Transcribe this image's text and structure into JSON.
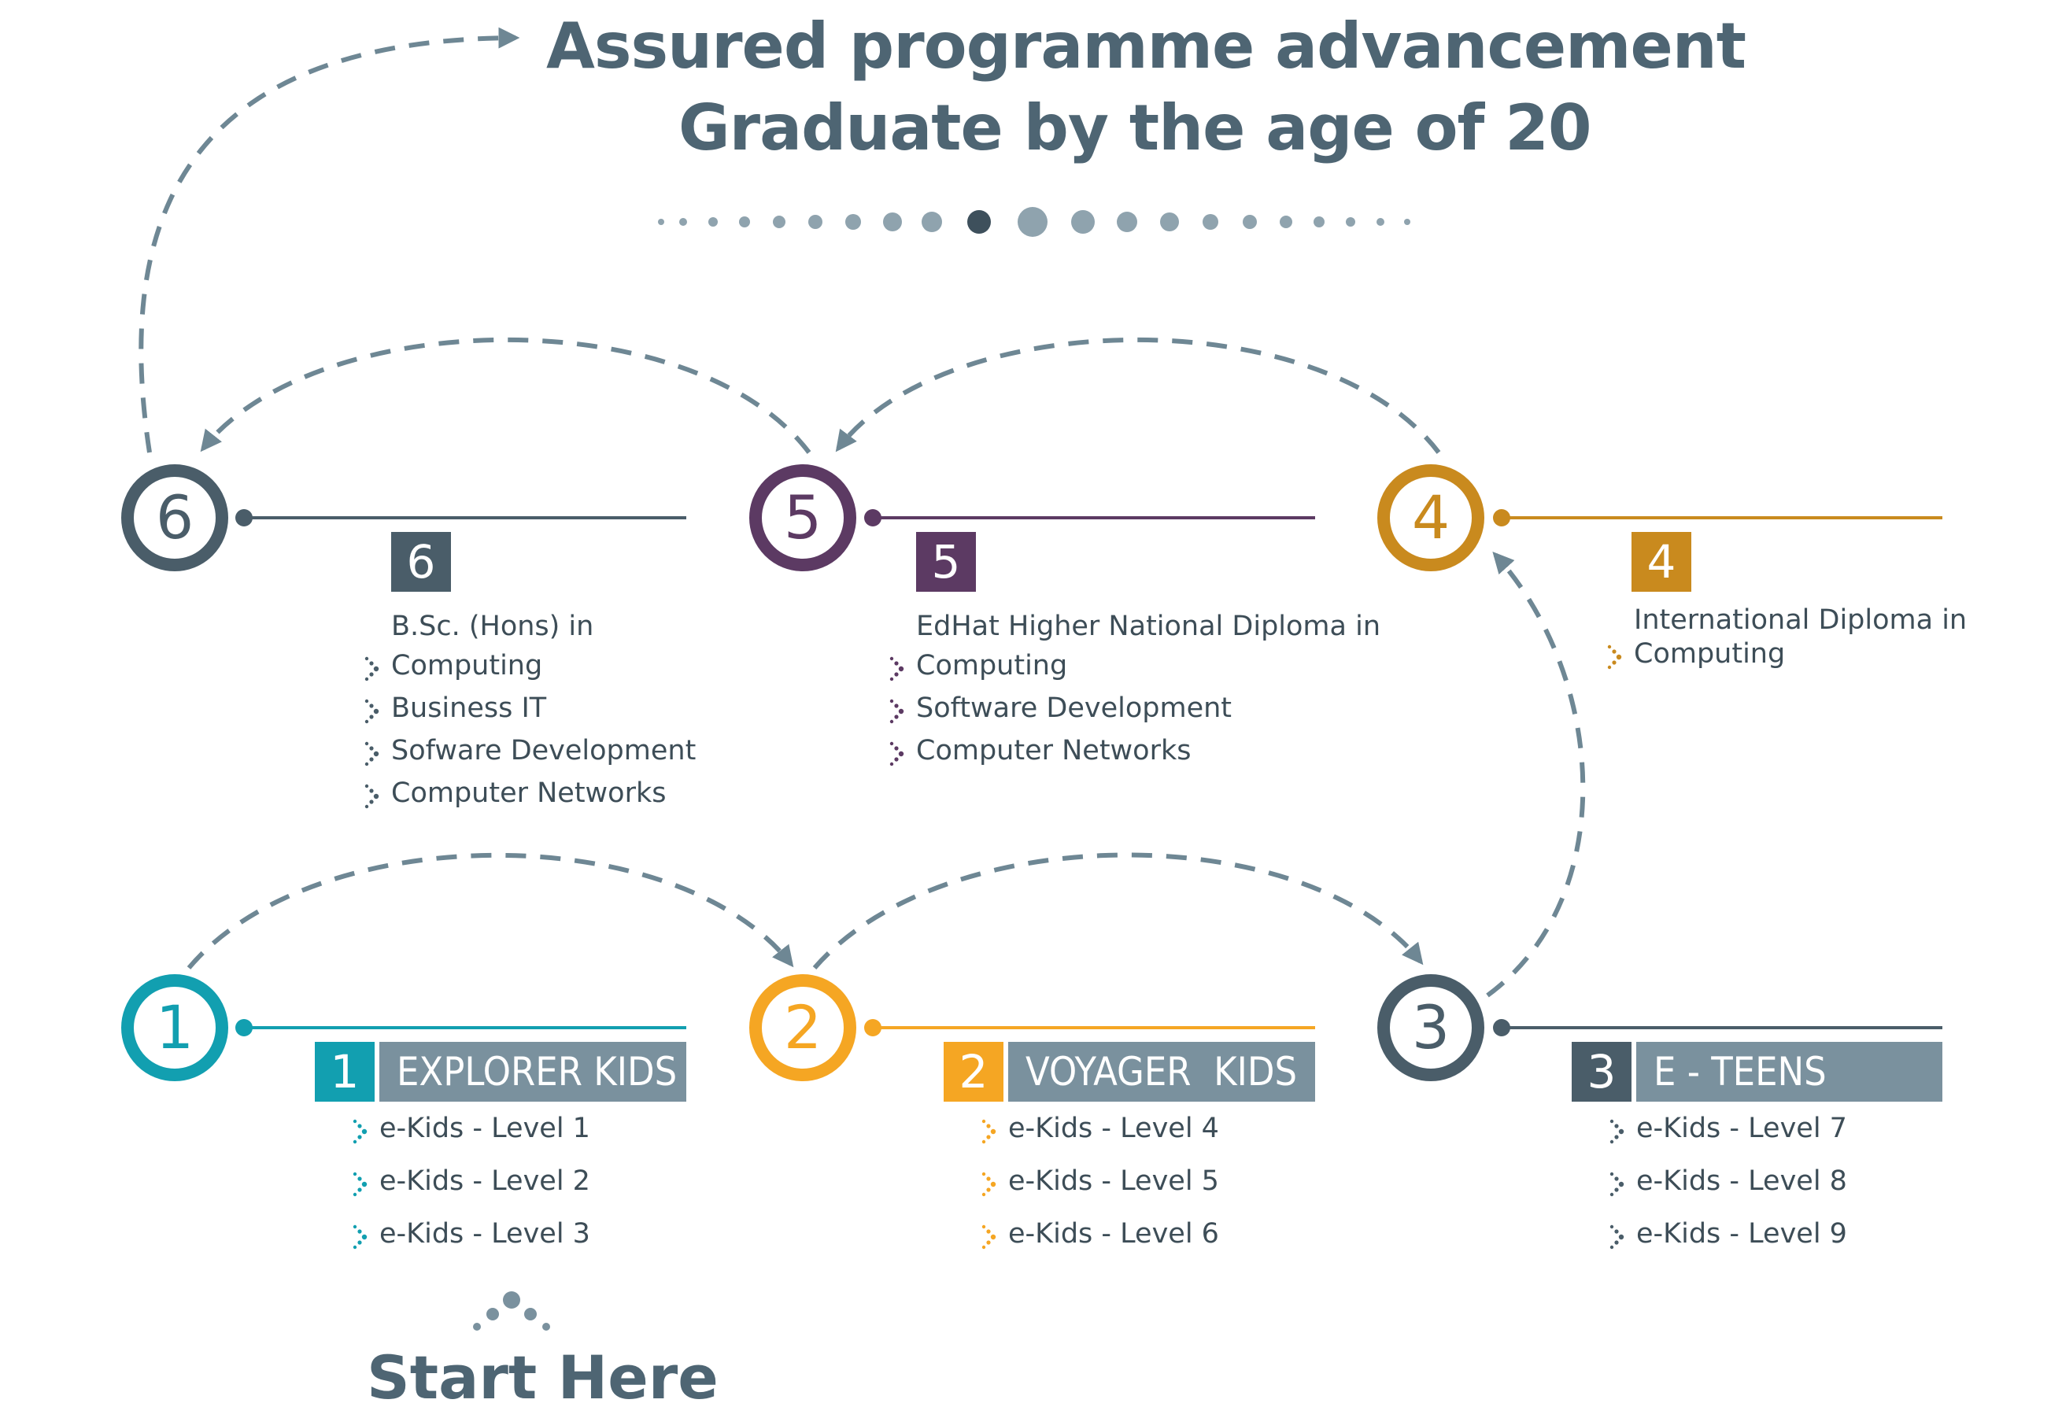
{
  "header": {
    "line1": "Assured programme advancement",
    "line2": "Graduate by the age of 20"
  },
  "colors": {
    "slate": "#4a5d69",
    "teal": "#129fb0",
    "orange": "#f5a623",
    "gold": "#c98a1e",
    "purple": "#5c3a63",
    "gray_box": "#7a919e",
    "arrow": "#6e8794",
    "text": "#3d4d57"
  },
  "steps": [
    {
      "num": "1",
      "box_num": "1",
      "title": "EXPLORER KIDS",
      "items": [
        "e-Kids - Level 1",
        "e-Kids - Level 2",
        "e-Kids - Level 3"
      ]
    },
    {
      "num": "2",
      "box_num": "2",
      "title": "VOYAGER  KIDS",
      "items": [
        "e-Kids - Level 4",
        "e-Kids - Level 5",
        "e-Kids - Level 6"
      ]
    },
    {
      "num": "3",
      "box_num": "3",
      "title": "E - TEENS",
      "items": [
        "e-Kids - Level 7",
        "e-Kids - Level 8",
        "e-Kids - Level 9"
      ]
    },
    {
      "num": "4",
      "box_num": "4",
      "heading": "International Diploma in",
      "items": [
        "Computing"
      ]
    },
    {
      "num": "5",
      "box_num": "5",
      "heading": "EdHat Higher National Diploma in",
      "items": [
        "Computing",
        "Software Development",
        "Computer Networks"
      ]
    },
    {
      "num": "6",
      "box_num": "6",
      "heading": "B.Sc. (Hons) in",
      "items": [
        "Computing",
        "Business IT",
        "Sofware Development",
        "Computer Networks"
      ]
    }
  ],
  "start_label": "Start Here"
}
